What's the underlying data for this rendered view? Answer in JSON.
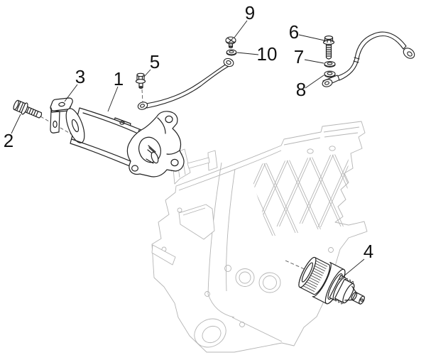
{
  "diagram": {
    "type": "exploded-parts-diagram",
    "background_color": "#ffffff",
    "part_line_color": "#222222",
    "ghost_line_color": "#b5b5b5",
    "dash_line_color": "#555555",
    "callout_color": "#111111",
    "callouts": [
      {
        "label": "1"
      },
      {
        "label": "2"
      },
      {
        "label": "3"
      },
      {
        "label": "4"
      },
      {
        "label": "5"
      },
      {
        "label": "6"
      },
      {
        "label": "7"
      },
      {
        "label": "8"
      },
      {
        "label": "9"
      },
      {
        "label": "10"
      }
    ]
  }
}
